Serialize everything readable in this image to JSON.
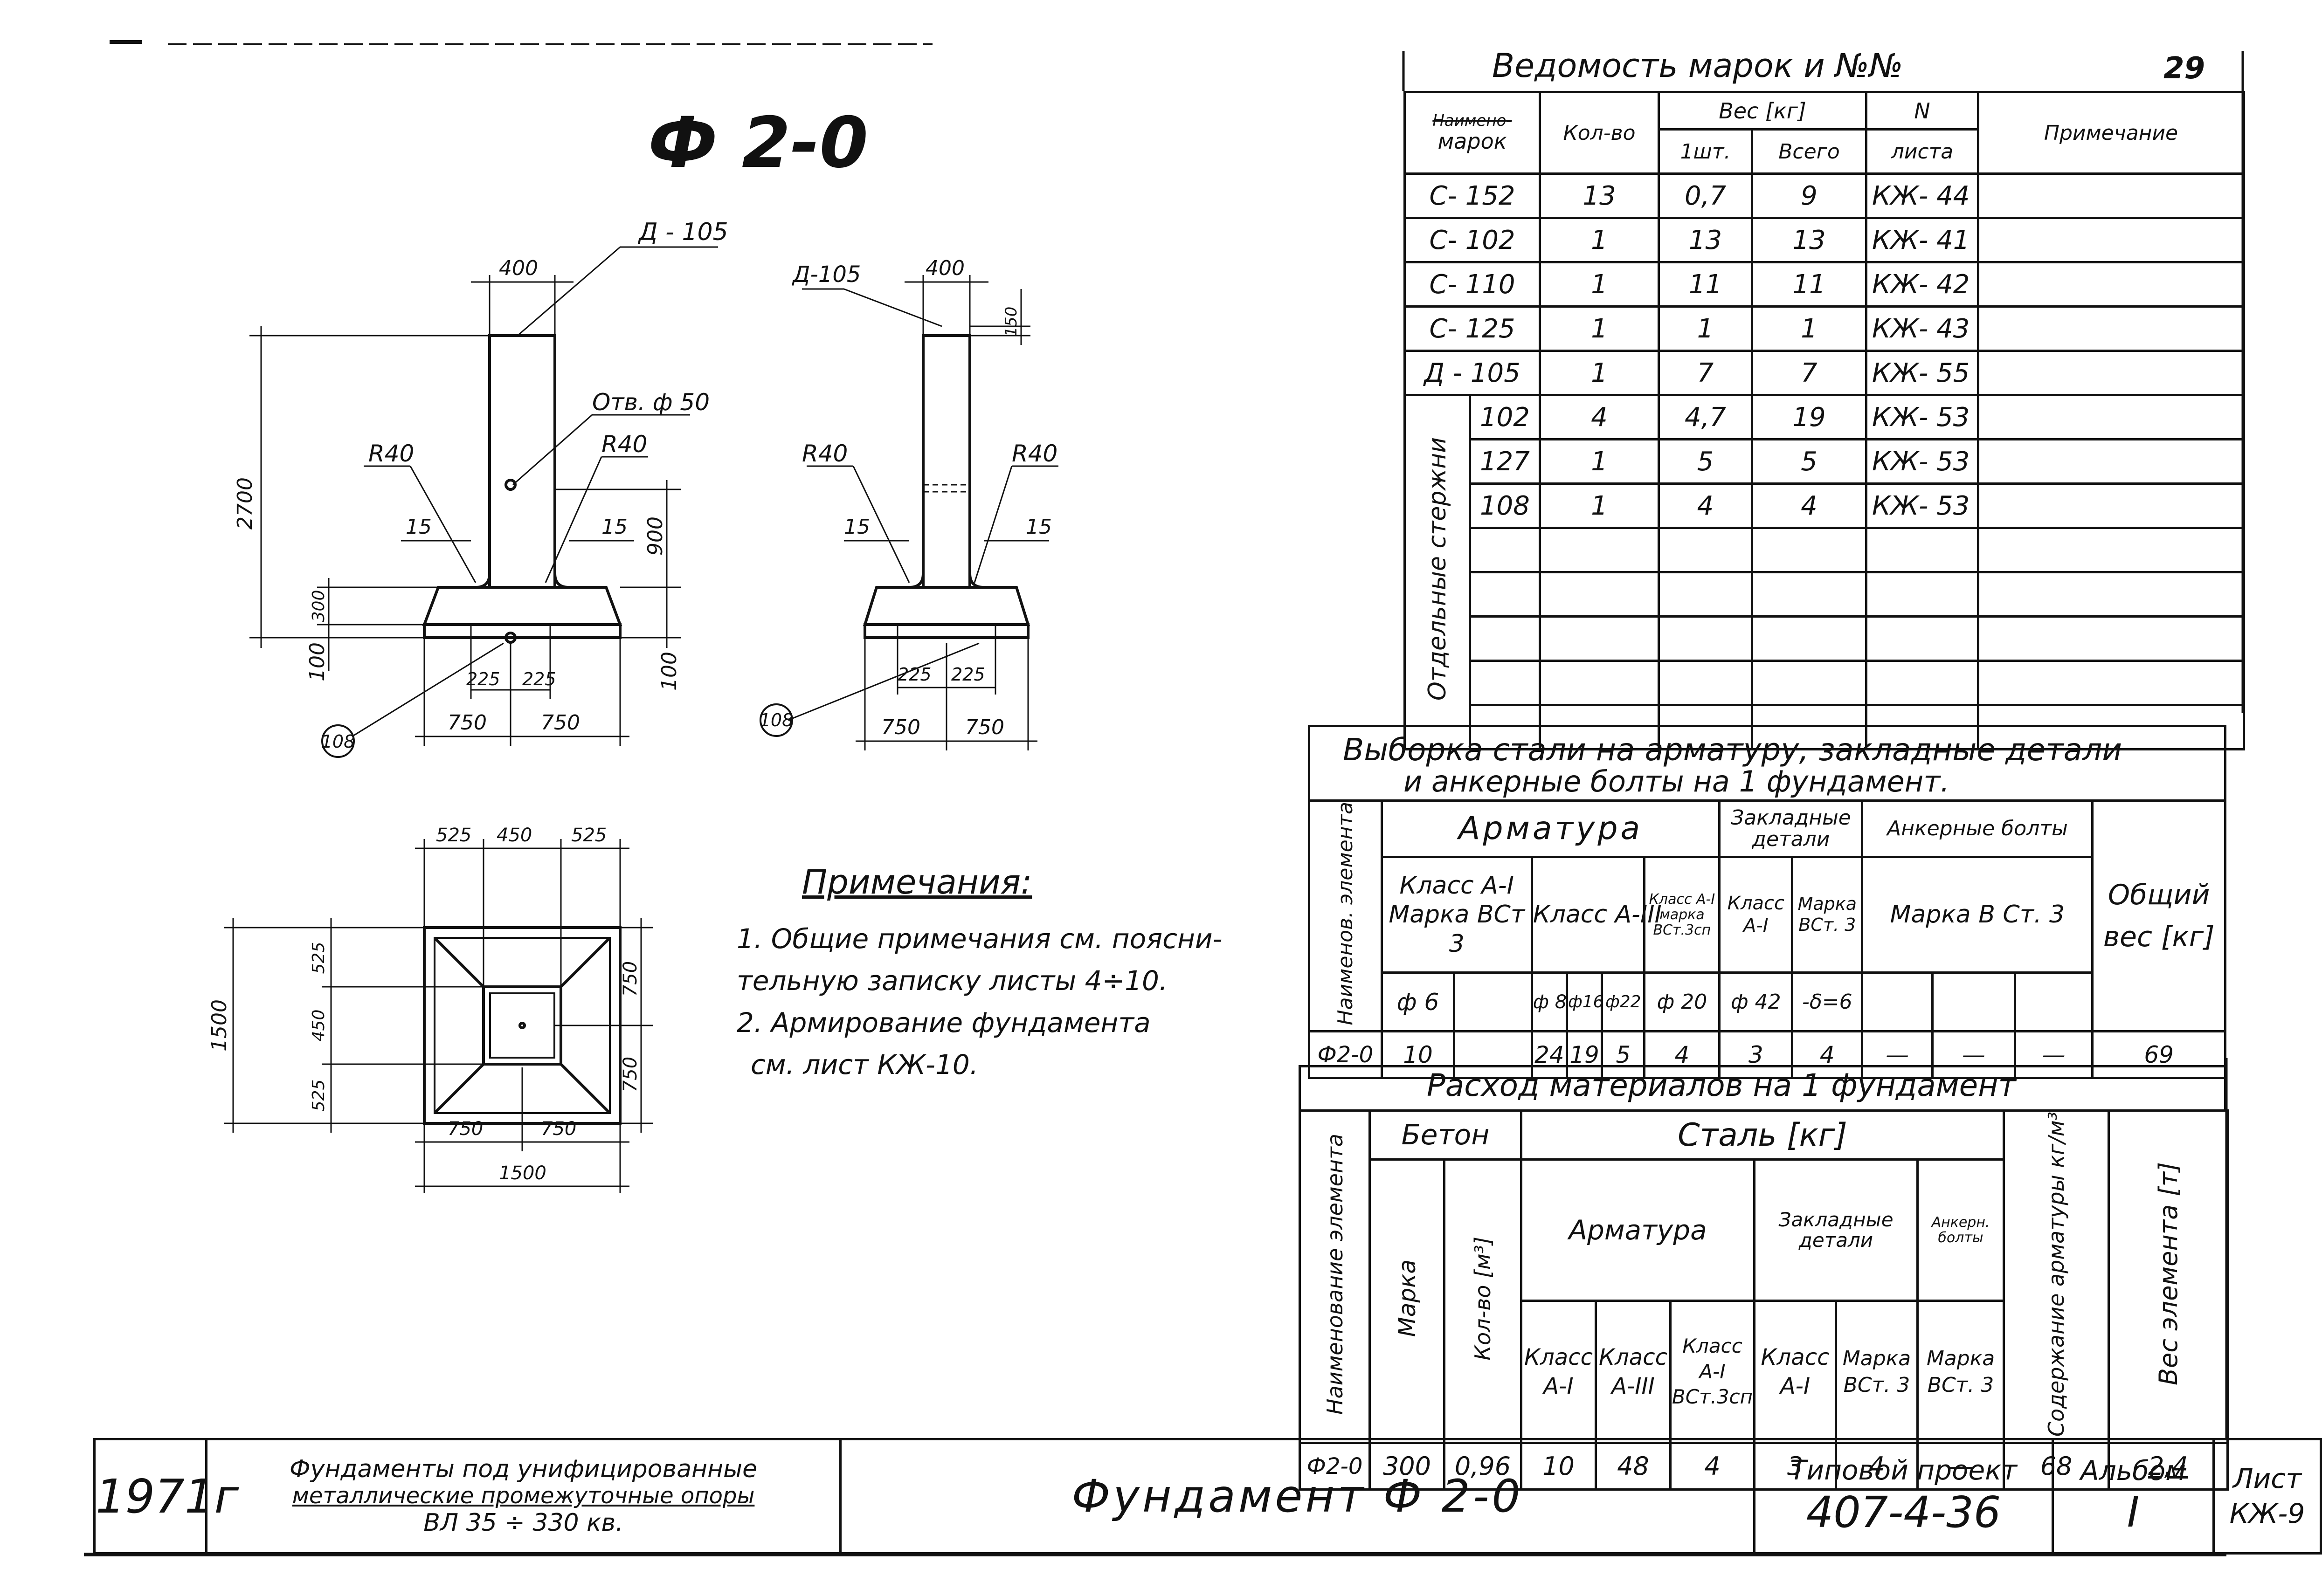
{
  "title_main": "Ф 2-0",
  "drawing": {
    "left_view": {
      "label_d105": "Д - 105",
      "dim_top": "400",
      "label_hole": "Отв. ф 50",
      "label_r40_left": "R40",
      "label_r40_right": "R40",
      "dim_2700": "2700",
      "dim_900": "900",
      "dim_300": "300",
      "dim_100_left": "100",
      "dim_100_right": "100",
      "dim_15_left": "15",
      "dim_15_right": "15",
      "dim_225_a": "225",
      "dim_225_b": "225",
      "dim_750_a": "750",
      "dim_750_b": "750",
      "balloon": "108"
    },
    "right_view": {
      "label_d105": "Д-105",
      "dim_top": "400",
      "dim_150": "150",
      "label_r40_left": "R40",
      "label_r40_right": "R40",
      "dim_15_left": "15",
      "dim_15_right": "15",
      "dim_225_a": "225",
      "dim_225_b": "225",
      "dim_750_a": "750",
      "dim_750_b": "750",
      "balloon": "108"
    },
    "plan_view": {
      "dim_525_a": "525",
      "dim_450": "450",
      "dim_525_b": "525",
      "dim_1500_side": "1500",
      "dim_v_525_a": "525",
      "dim_v_450": "450",
      "dim_v_525_b": "525",
      "dim_750_r1": "750",
      "dim_750_r2": "750",
      "dim_750_b1": "750",
      "dim_750_b2": "750",
      "dim_1500_bottom": "1500"
    }
  },
  "notes": {
    "heading": "Примечания:",
    "line1": "1. Общие примечания см. поясни-",
    "line2": "тельную записку листы 4÷10.",
    "line3": "2. Армирование фундамента",
    "line4": "см. лист КЖ-10."
  },
  "marks_table": {
    "title": "Ведомость марок и №№",
    "sheet_corner": "29",
    "head_name_top": "Наимено-",
    "head_name": "марок",
    "head_qty": "Кол-во",
    "head_weight": "Вес     [кг]",
    "head_w1": "1шт.",
    "head_wall": "Всего",
    "head_n": "N",
    "head_sheet": "листа",
    "head_note": "Примечание",
    "side_label": "Отдельные стержни",
    "rows": [
      {
        "name": "С- 152",
        "qty": "13",
        "w1": "0,7",
        "wall": "9",
        "sheet": "КЖ- 44"
      },
      {
        "name": "С- 102",
        "qty": "1",
        "w1": "13",
        "wall": "13",
        "sheet": "КЖ- 41"
      },
      {
        "name": "С- 110",
        "qty": "1",
        "w1": "11",
        "wall": "11",
        "sheet": "КЖ- 42"
      },
      {
        "name": "С- 125",
        "qty": "1",
        "w1": "1",
        "wall": "1",
        "sheet": "КЖ- 43"
      },
      {
        "name": "Д - 105",
        "qty": "1",
        "w1": "7",
        "wall": "7",
        "sheet": "КЖ- 55"
      }
    ],
    "bar_rows": [
      {
        "name": "102",
        "qty": "4",
        "w1": "4,7",
        "wall": "19",
        "sheet": "КЖ- 53"
      },
      {
        "name": "127",
        "qty": "1",
        "w1": "5",
        "wall": "5",
        "sheet": "КЖ- 53"
      },
      {
        "name": "108",
        "qty": "1",
        "w1": "4",
        "wall": "4",
        "sheet": "КЖ- 53"
      }
    ]
  },
  "steel_table": {
    "title1": "Выборка стали на арматуру, закладные детали",
    "title2": "и анкерные болты на 1 фундамент.",
    "head_name": "Наименов. элемента",
    "head_armatura": "Арматура",
    "head_class_a1": "Класс А-I Марка ВСт 3",
    "head_class_a3": "Класс А-III",
    "head_class_a1b": "Класс А-I марка ВСт.3сп",
    "head_embed": "Закладные детали",
    "head_embed_a1": "Класс А-I",
    "head_embed_mark": "Марка ВСт. 3",
    "head_anchor": "Анкерные болты",
    "head_anchor_mark": "Марка В Ст. 3",
    "head_total": "Общий вес [кг]",
    "d6": "ф 6",
    "d8": "ф 8",
    "d16": "ф16",
    "d22": "ф22",
    "d20": "ф 20",
    "d42": "ф 42",
    "d_sheet": "-δ=6",
    "row": {
      "name": "Ф2-0",
      "a6": "10",
      "a8": "24",
      "a16": "19",
      "a22": "5",
      "a20": "4",
      "e42": "3",
      "esheet": "4",
      "an1": "—",
      "an2": "—",
      "an3": "—",
      "total": "69"
    }
  },
  "materials_table": {
    "title": "Расход материалов на 1 фундамент",
    "head_name": "Наименование элемента",
    "head_concrete": "Бетон",
    "head_mark": "Марка",
    "head_vol": "Кол-во [м³]",
    "head_steel": "Сталь    [кг]",
    "head_armatura": "Арматура",
    "head_a1": "Класс А-I",
    "head_a3": "Класс А-III",
    "head_a1b": "Класс А-I ВСт.3сп",
    "head_embed": "Закладные детали",
    "head_e_a1": "Класс А-I",
    "head_e_mark": "Марка ВСт. 3",
    "head_anchor": "Анкерн. болты",
    "head_an_mark": "Марка ВСт. 3",
    "head_content": "Содержание арматуры кг/м³",
    "head_weight": "Вес элемента [т]",
    "row": {
      "name": "Ф2-0",
      "mark": "300",
      "vol": "0,96",
      "a1": "10",
      "a3": "48",
      "a1b": "4",
      "e_a1": "3",
      "e_mark": "4",
      "anchor": "—",
      "content": "68",
      "weight": "2,4"
    }
  },
  "title_block": {
    "year": "1971г",
    "desc1": "Фундаменты под унифицированные",
    "desc2": "металлические промежуточные опоры",
    "desc3": "ВЛ  35 ÷ 330 кв.",
    "name": "Фундамент   Ф 2-0",
    "project_label": "Типовой проект",
    "project_no": "407-4-36",
    "album_label": "Альбом",
    "album_no": "I",
    "sheet_label": "Лист",
    "sheet_no": "КЖ-9"
  }
}
